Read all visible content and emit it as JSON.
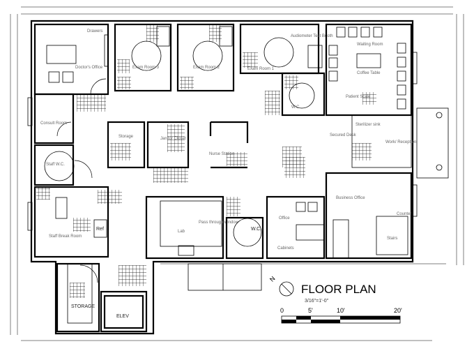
{
  "title": "FLOOR PLAN",
  "scale_note": "3/16\"=1'-0\"",
  "scale_bar": [
    "0",
    "5'",
    "10'",
    "20'"
  ],
  "rooms": {
    "doctors_office": "Doctor's Office",
    "drawers": "Drawers",
    "exam_room_3": "Exam Room 3",
    "exam_room_2": "Exam Room 2",
    "exam_room_1": "Exam Room 1",
    "audiometer": "Audiometer Test Booth",
    "waiting_room": "Waiting Room",
    "coffee_table": "Coffee Table",
    "patient_scale": "Patient Scale",
    "wc_upper": "W.C.",
    "consult_room": "Consult Room",
    "staff_wc": "Staff W.C.",
    "storage_closet": "Storage",
    "janitor_closet": "Janitor Closet",
    "nurse_station": "Nurse Station",
    "staff_break_room": "Staff Break Room",
    "ref": "Ref",
    "lab": "Lab",
    "pass_through": "Pass through window",
    "wc_lower": "W.C.",
    "office": "Office",
    "cabinets": "Cabinets",
    "secured_desk": "Secured Desk",
    "sterilizer": "Sterilizer sink",
    "work_reception": "Work/ Reception",
    "business_office": "Business Office",
    "counter": "Counter",
    "stairs": "Stairs",
    "storage": "STORAGE",
    "elev": "ELEV"
  },
  "north_label": "N"
}
